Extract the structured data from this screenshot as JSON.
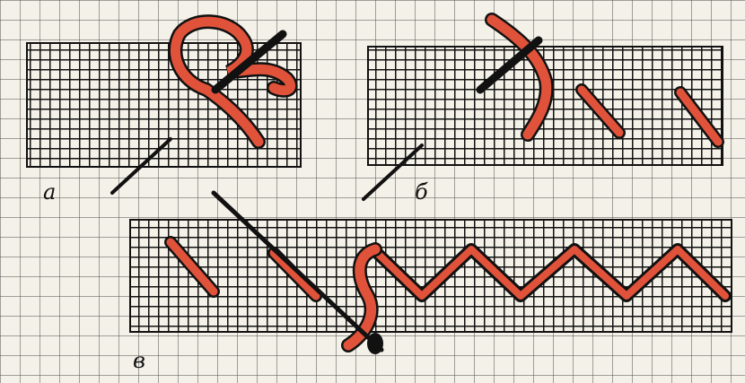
{
  "panels": [
    {
      "id": "a",
      "label": "а"
    },
    {
      "id": "b",
      "label": "б"
    },
    {
      "id": "v",
      "label": "в"
    }
  ],
  "colors": {
    "paper": "#f4f1e8",
    "grid": "#3a3a3a",
    "canvas": "#111111",
    "thread": "#e0533a",
    "needle": "#111111"
  }
}
